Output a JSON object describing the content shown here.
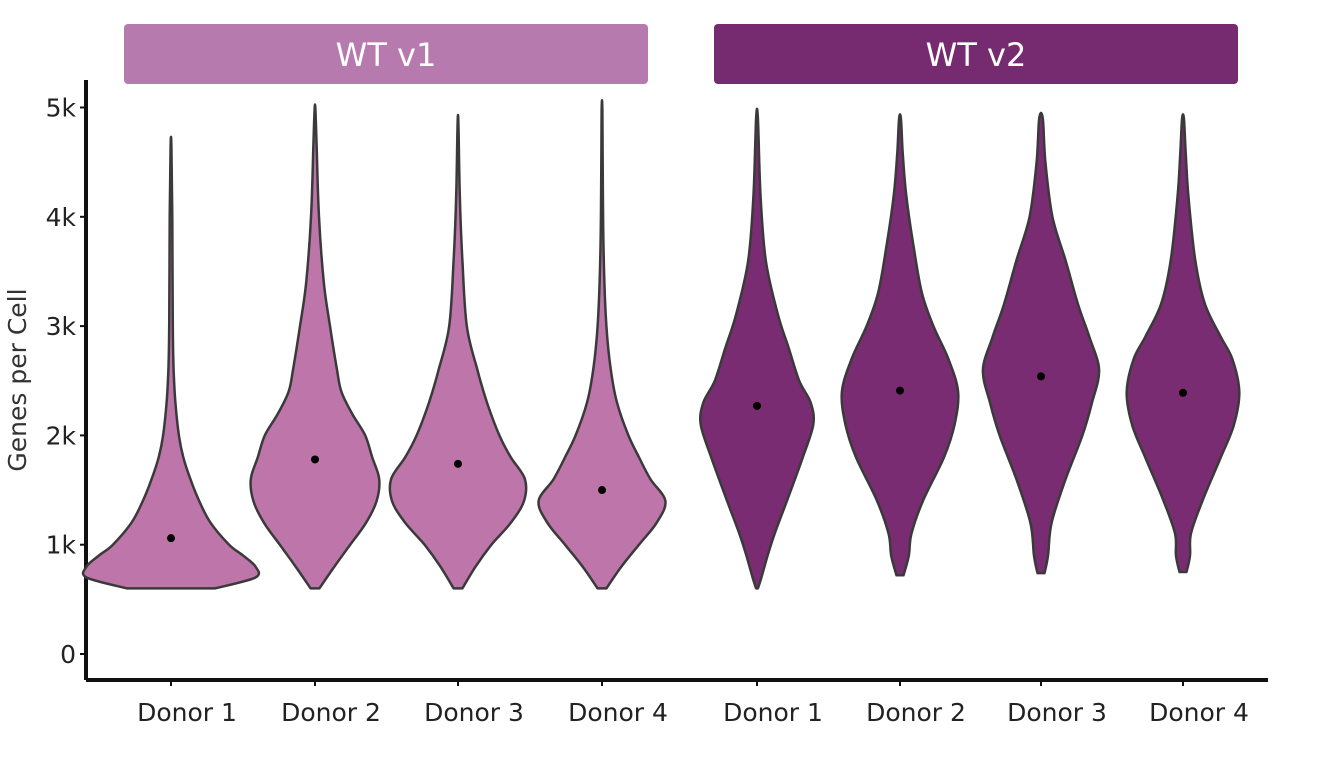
{
  "chart_data": {
    "type": "violin",
    "ylabel": "Genes per Cell",
    "ylim": [
      0,
      5200
    ],
    "y_ticks": [
      {
        "value": 0,
        "label": "0"
      },
      {
        "value": 1000,
        "label": "1k"
      },
      {
        "value": 2000,
        "label": "2k"
      },
      {
        "value": 3000,
        "label": "3k"
      },
      {
        "value": 4000,
        "label": "4k"
      },
      {
        "value": 5000,
        "label": "5k"
      }
    ],
    "facets": [
      {
        "label": "WT v1",
        "strip_color": "#b77aae",
        "fill": "#be76aa",
        "categories": [
          "Donor 1",
          "Donor 2",
          "Donor 3",
          "Donor 4"
        ],
        "violins": [
          {
            "median": 1060,
            "profile": [
              [
                600,
                0.5
              ],
              [
                700,
                0.96
              ],
              [
                800,
                0.96
              ],
              [
                900,
                0.82
              ],
              [
                1000,
                0.66
              ],
              [
                1200,
                0.45
              ],
              [
                1400,
                0.32
              ],
              [
                1600,
                0.22
              ],
              [
                1800,
                0.14
              ],
              [
                2000,
                0.09
              ],
              [
                2300,
                0.05
              ],
              [
                2600,
                0.03
              ],
              [
                3000,
                0.02
              ],
              [
                4000,
                0.015
              ],
              [
                4650,
                0.005
              ]
            ]
          },
          {
            "median": 1780,
            "profile": [
              [
                600,
                0.05
              ],
              [
                800,
                0.22
              ],
              [
                1000,
                0.4
              ],
              [
                1200,
                0.58
              ],
              [
                1400,
                0.7
              ],
              [
                1600,
                0.73
              ],
              [
                1800,
                0.65
              ],
              [
                2000,
                0.57
              ],
              [
                2200,
                0.42
              ],
              [
                2400,
                0.3
              ],
              [
                2600,
                0.25
              ],
              [
                3000,
                0.17
              ],
              [
                3400,
                0.1
              ],
              [
                4000,
                0.045
              ],
              [
                4600,
                0.02
              ],
              [
                4980,
                0.005
              ]
            ]
          },
          {
            "median": 1740,
            "profile": [
              [
                600,
                0.05
              ],
              [
                800,
                0.2
              ],
              [
                1000,
                0.38
              ],
              [
                1200,
                0.6
              ],
              [
                1400,
                0.75
              ],
              [
                1600,
                0.76
              ],
              [
                1800,
                0.6
              ],
              [
                2000,
                0.47
              ],
              [
                2300,
                0.33
              ],
              [
                2600,
                0.22
              ],
              [
                3000,
                0.1
              ],
              [
                3600,
                0.05
              ],
              [
                4200,
                0.02
              ],
              [
                4850,
                0.005
              ]
            ]
          },
          {
            "median": 1500,
            "profile": [
              [
                600,
                0.05
              ],
              [
                800,
                0.22
              ],
              [
                1000,
                0.42
              ],
              [
                1200,
                0.62
              ],
              [
                1400,
                0.72
              ],
              [
                1600,
                0.55
              ],
              [
                1800,
                0.42
              ],
              [
                2000,
                0.3
              ],
              [
                2300,
                0.17
              ],
              [
                2600,
                0.1
              ],
              [
                3000,
                0.05
              ],
              [
                3600,
                0.02
              ],
              [
                4200,
                0.01
              ],
              [
                4970,
                0.004
              ]
            ]
          }
        ]
      },
      {
        "label": "WT v2",
        "strip_color": "#762b71",
        "fill": "#7a2c72",
        "categories": [
          "Donor 1",
          "Donor 2",
          "Donor 3",
          "Donor 4"
        ],
        "violins": [
          {
            "median": 2270,
            "profile": [
              [
                600,
                0.01
              ],
              [
                700,
                0.05
              ],
              [
                900,
                0.12
              ],
              [
                1100,
                0.2
              ],
              [
                1400,
                0.34
              ],
              [
                1800,
                0.52
              ],
              [
                2100,
                0.64
              ],
              [
                2300,
                0.61
              ],
              [
                2500,
                0.48
              ],
              [
                2800,
                0.36
              ],
              [
                3100,
                0.24
              ],
              [
                3600,
                0.1
              ],
              [
                4200,
                0.04
              ],
              [
                4900,
                0.01
              ]
            ]
          },
          {
            "median": 2410,
            "profile": [
              [
                720,
                0.04
              ],
              [
                900,
                0.1
              ],
              [
                1100,
                0.13
              ],
              [
                1400,
                0.26
              ],
              [
                1800,
                0.5
              ],
              [
                2100,
                0.62
              ],
              [
                2400,
                0.66
              ],
              [
                2700,
                0.55
              ],
              [
                3000,
                0.38
              ],
              [
                3300,
                0.25
              ],
              [
                3700,
                0.16
              ],
              [
                4200,
                0.07
              ],
              [
                4600,
                0.03
              ],
              [
                4900,
                0.01
              ]
            ]
          },
          {
            "median": 2540,
            "profile": [
              [
                740,
                0.04
              ],
              [
                900,
                0.08
              ],
              [
                1200,
                0.12
              ],
              [
                1600,
                0.28
              ],
              [
                2000,
                0.47
              ],
              [
                2300,
                0.58
              ],
              [
                2600,
                0.66
              ],
              [
                2900,
                0.55
              ],
              [
                3200,
                0.42
              ],
              [
                3600,
                0.28
              ],
              [
                4000,
                0.13
              ],
              [
                4500,
                0.05
              ],
              [
                4900,
                0.02
              ]
            ]
          },
          {
            "median": 2390,
            "profile": [
              [
                750,
                0.04
              ],
              [
                900,
                0.08
              ],
              [
                1100,
                0.09
              ],
              [
                1400,
                0.22
              ],
              [
                1800,
                0.43
              ],
              [
                2100,
                0.58
              ],
              [
                2400,
                0.64
              ],
              [
                2700,
                0.56
              ],
              [
                2900,
                0.43
              ],
              [
                3200,
                0.25
              ],
              [
                3600,
                0.14
              ],
              [
                4200,
                0.06
              ],
              [
                4600,
                0.03
              ],
              [
                4900,
                0.01
              ]
            ]
          }
        ]
      }
    ]
  }
}
